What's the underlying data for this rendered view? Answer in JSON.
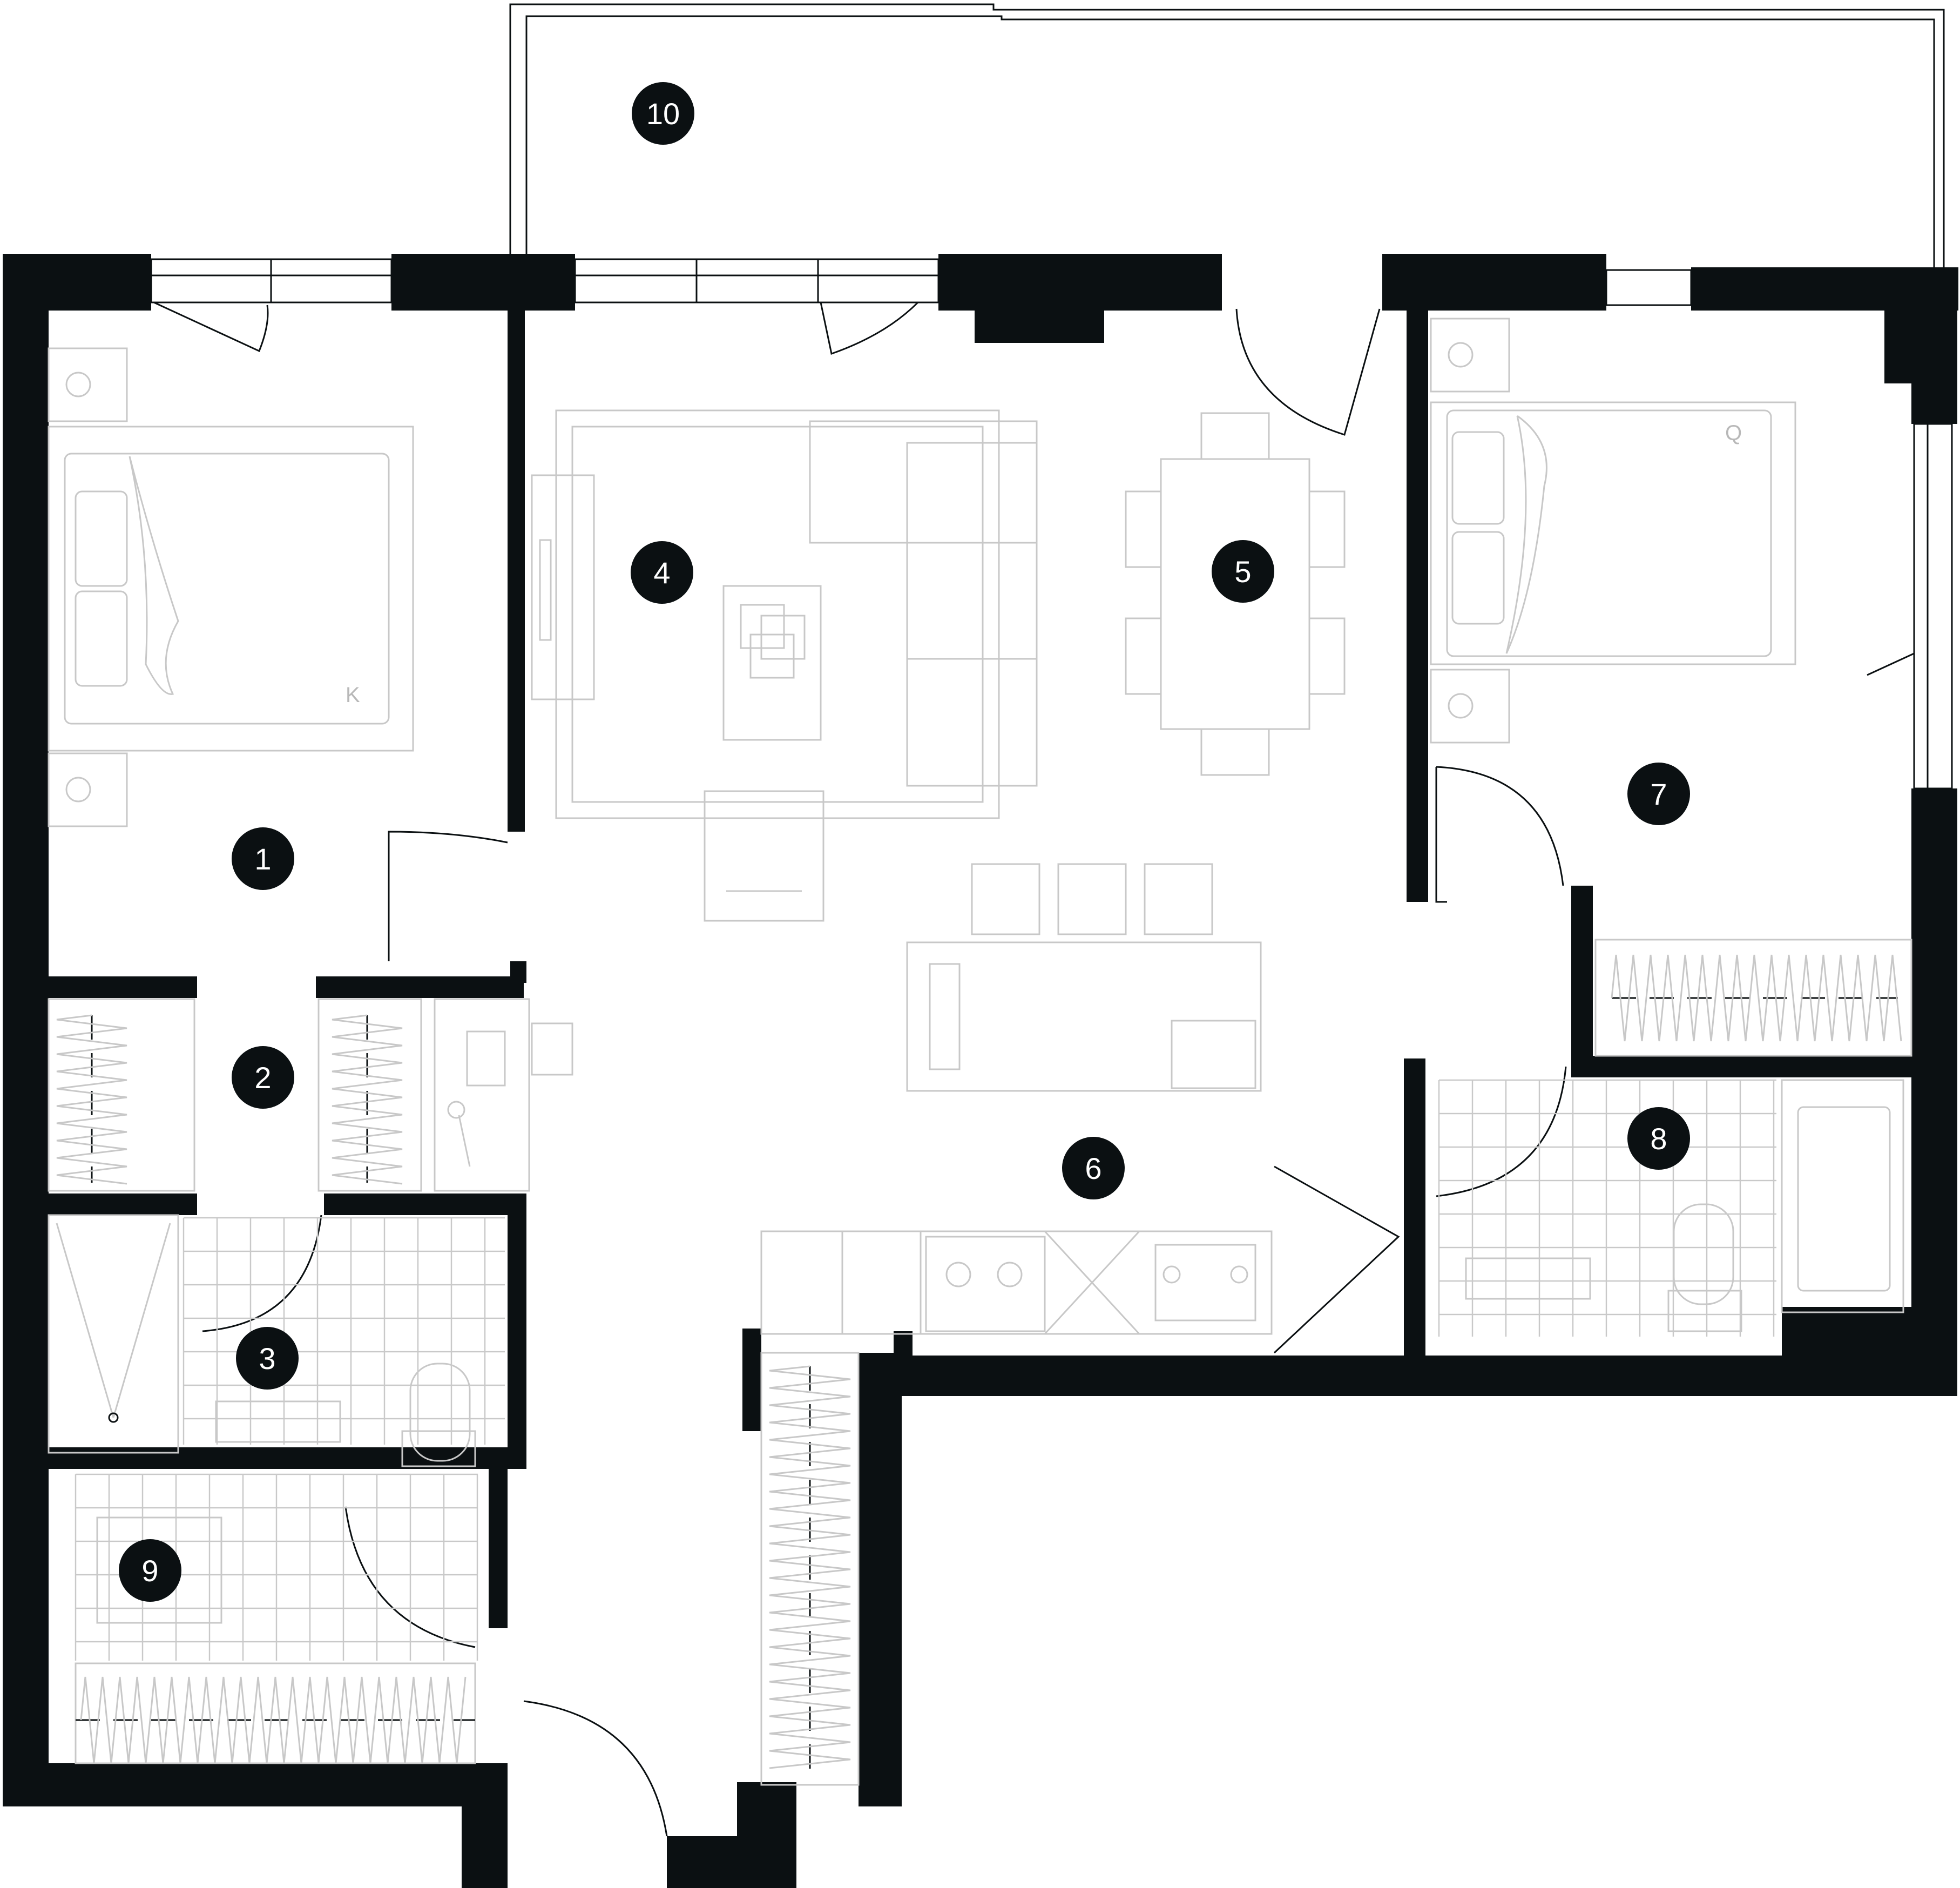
{
  "rooms": [
    {
      "id": "room-1",
      "number": "1"
    },
    {
      "id": "room-2",
      "number": "2"
    },
    {
      "id": "room-3",
      "number": "3"
    },
    {
      "id": "room-4",
      "number": "4"
    },
    {
      "id": "room-5",
      "number": "5"
    },
    {
      "id": "room-6",
      "number": "6"
    },
    {
      "id": "room-7",
      "number": "7"
    },
    {
      "id": "room-8",
      "number": "8"
    },
    {
      "id": "room-9",
      "number": "9"
    },
    {
      "id": "room-10",
      "number": "10"
    }
  ],
  "bed_marks": {
    "king": "K",
    "queen": "Q"
  },
  "colors": {
    "wall": "#0b1012",
    "furniture": "#c8c8c8",
    "tile": "#c9c9c9",
    "badge_text": "#ffffff"
  }
}
